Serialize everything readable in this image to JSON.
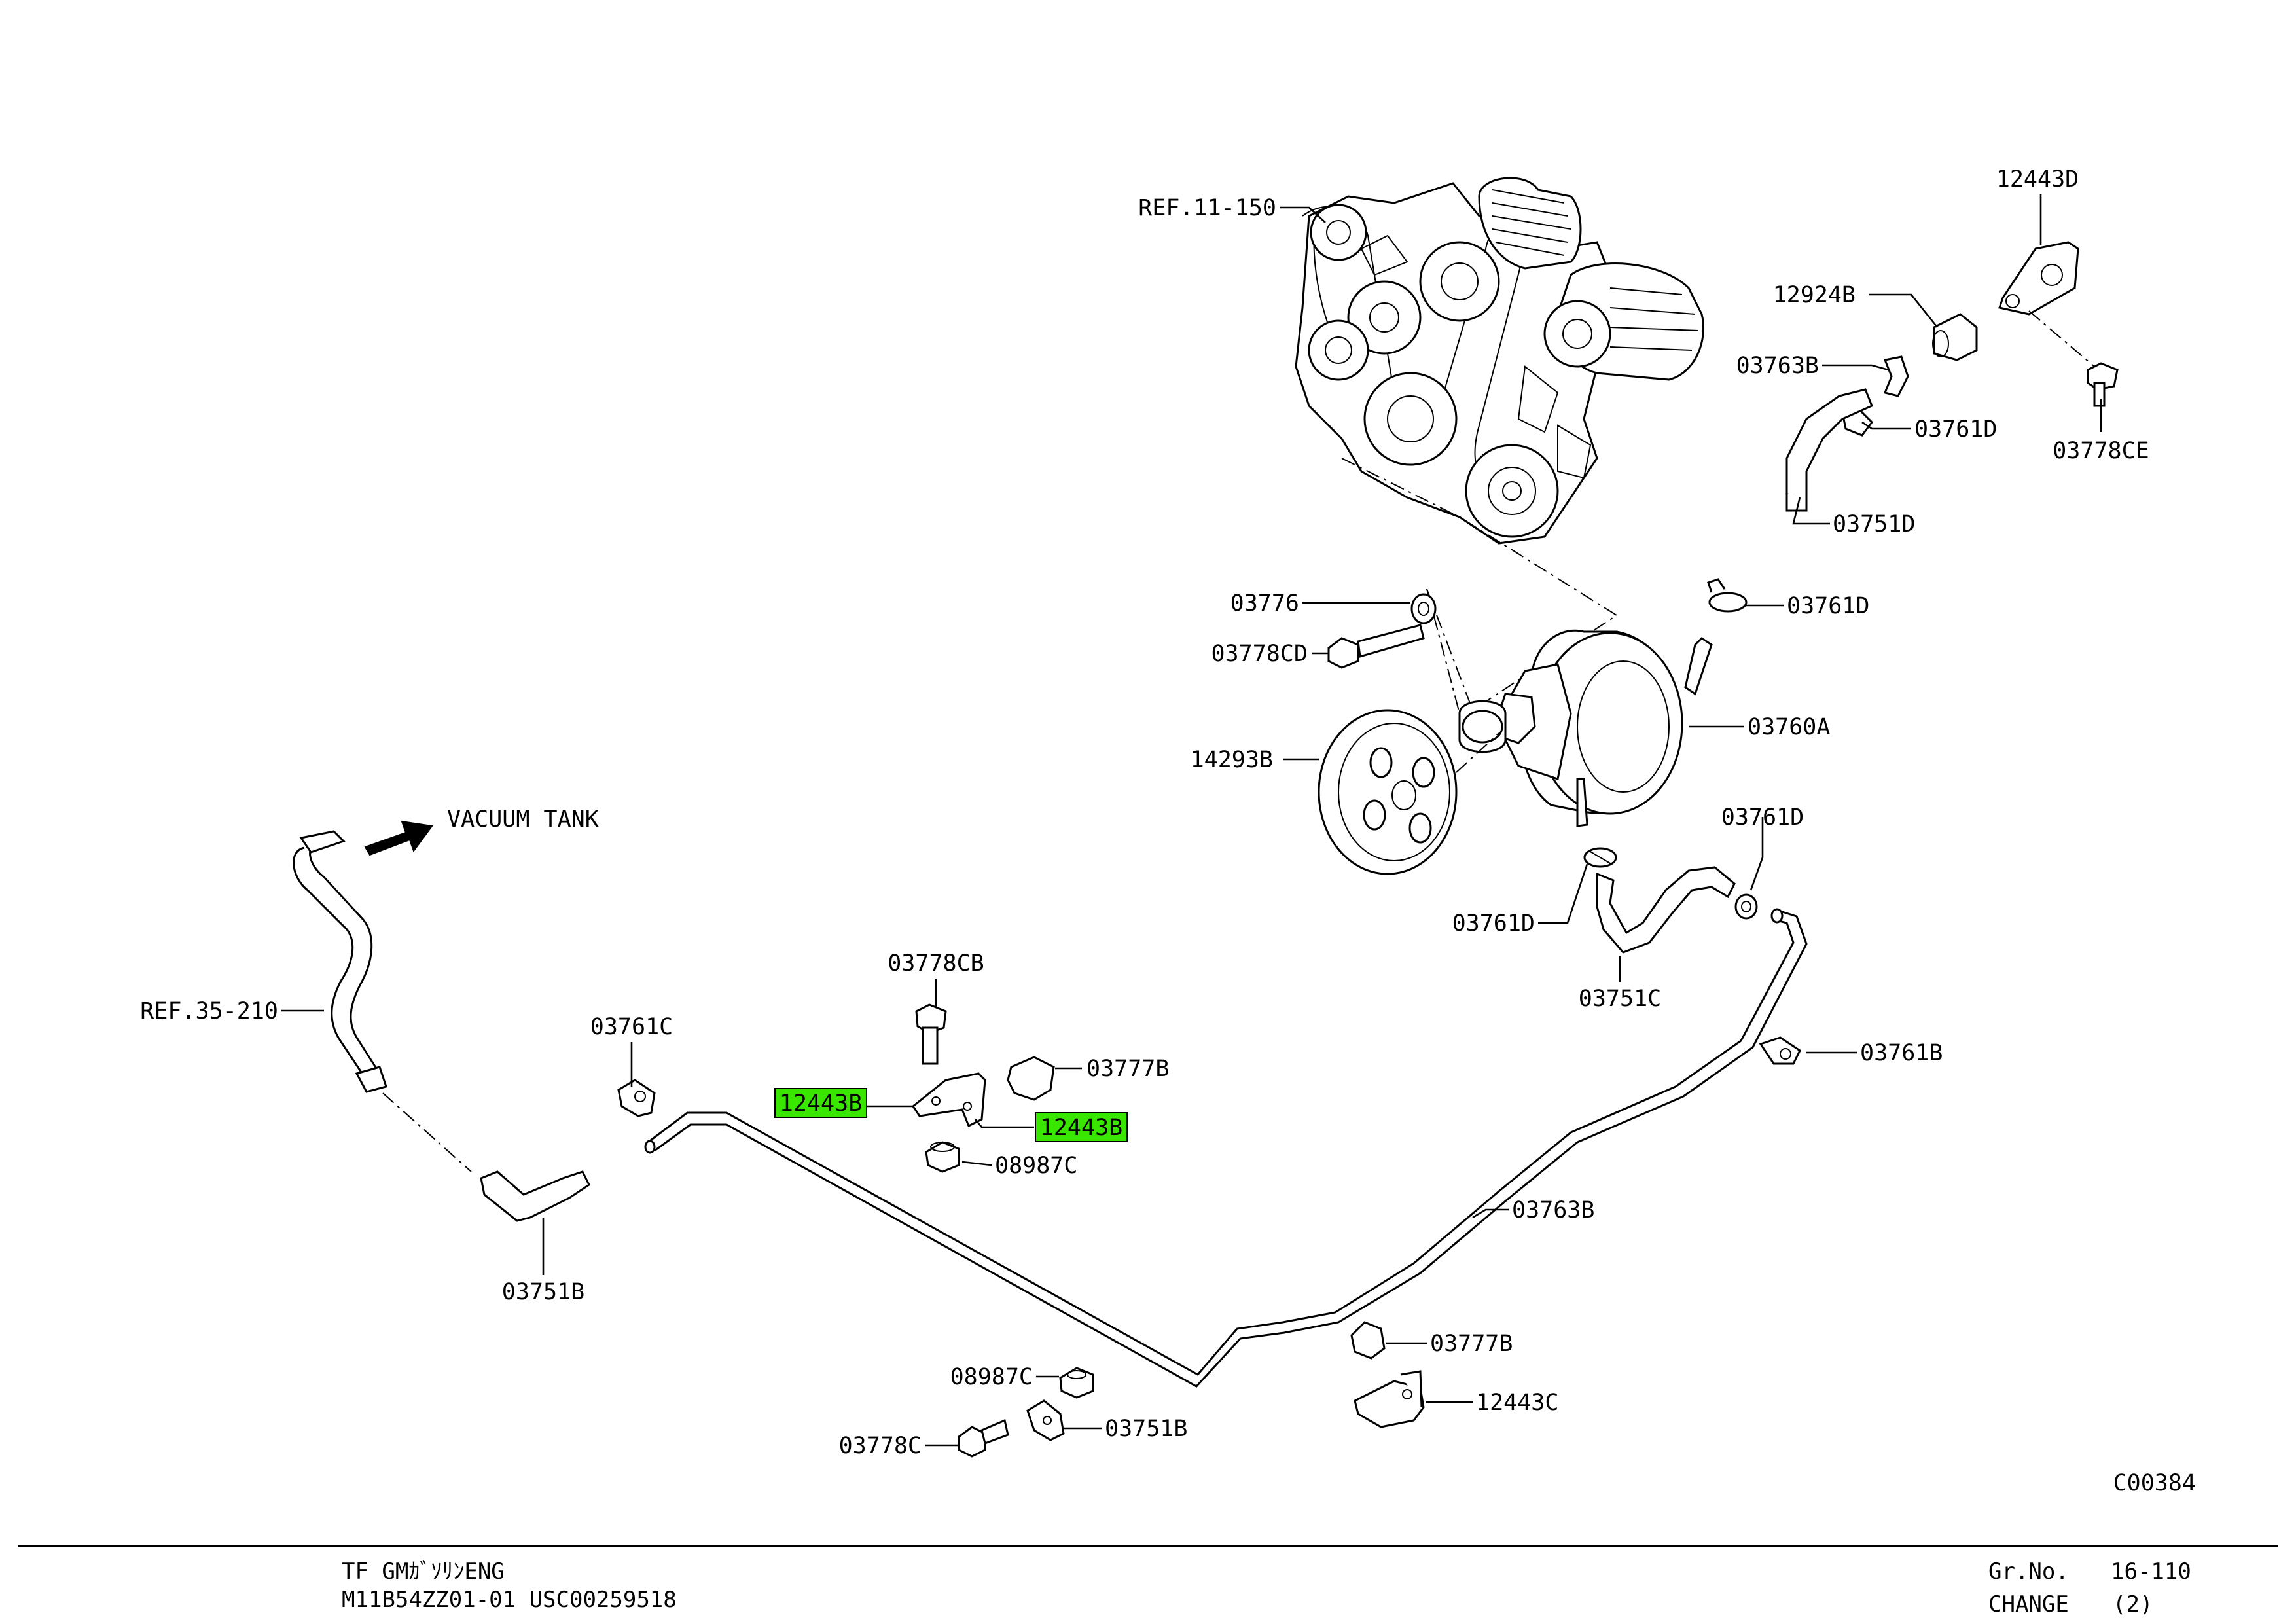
{
  "labels": {
    "ref_11_150": "REF.11-150",
    "p12443D": "12443D",
    "p12924B": "12924B",
    "p03763B_top": "03763B",
    "p03761D_1": "03761D",
    "p03778CE": "03778CE",
    "p03751D": "03751D",
    "p03761D_2": "03761D",
    "p03776": "03776",
    "p03778CD": "03778CD",
    "p03760A": "03760A",
    "p14293B": "14293B",
    "vacuum_tank": "VACUUM TANK",
    "p03761D_3": "03761D",
    "p03761D_4": "03761D",
    "p03751C": "03751C",
    "ref_35_210": "REF.35-210",
    "p03761C": "03761C",
    "p03778CB": "03778CB",
    "p03777B_top": "03777B",
    "p12443B_a": "12443B",
    "p12443B_b": "12443B",
    "p08987C_top": "08987C",
    "p03761B": "03761B",
    "p03751B_left": "03751B",
    "p03763B_mid": "03763B",
    "p03777B_bot": "03777B",
    "p12443C": "12443C",
    "p08987C_bot": "08987C",
    "p03751B_bot": "03751B",
    "p03778C": "03778C",
    "figure_code": "C00384"
  },
  "footer": {
    "line1": "TF GMｶﾞｿﾘﾝENG",
    "line2": "M11B54ZZ01-01 USC00259518",
    "gr_label": "Gr.No.",
    "gr_value": "16-110",
    "change_label": "CHANGE",
    "change_value": "(2)"
  },
  "colors": {
    "highlight": "#39e600",
    "line": "#000000"
  }
}
